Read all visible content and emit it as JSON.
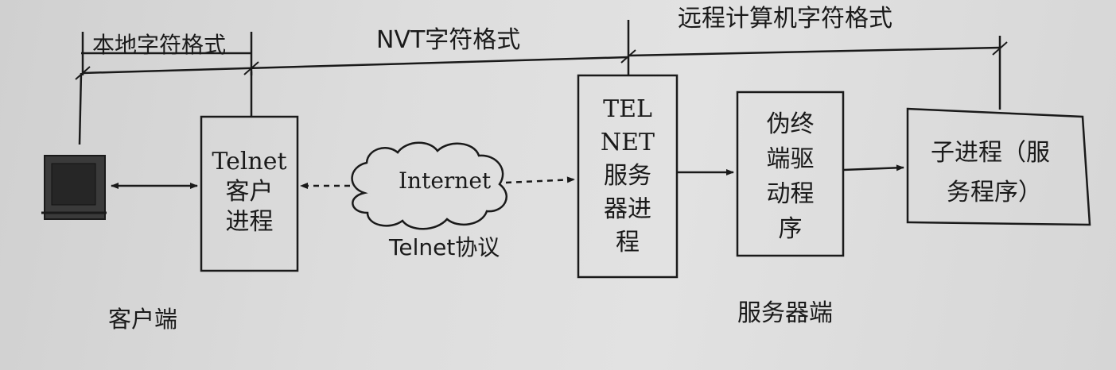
{
  "format_labels": {
    "local": "本地字符格式",
    "nvt": "NVT字符格式",
    "remote": "远程计算机字符格式"
  },
  "nodes": {
    "telnet_client": [
      "Telnet",
      "客户",
      "进程"
    ],
    "internet": "Internet",
    "telnet_server": [
      "TEL",
      "NET",
      "服务",
      "器进",
      "程"
    ],
    "pseudo_terminal": [
      "伪终",
      "端驱",
      "动程",
      "序"
    ],
    "child_process": [
      "子进程（服",
      "务程序）"
    ]
  },
  "protocol_label": "Telnet协议",
  "side_labels": {
    "client": "客户端",
    "server": "服务器端"
  }
}
